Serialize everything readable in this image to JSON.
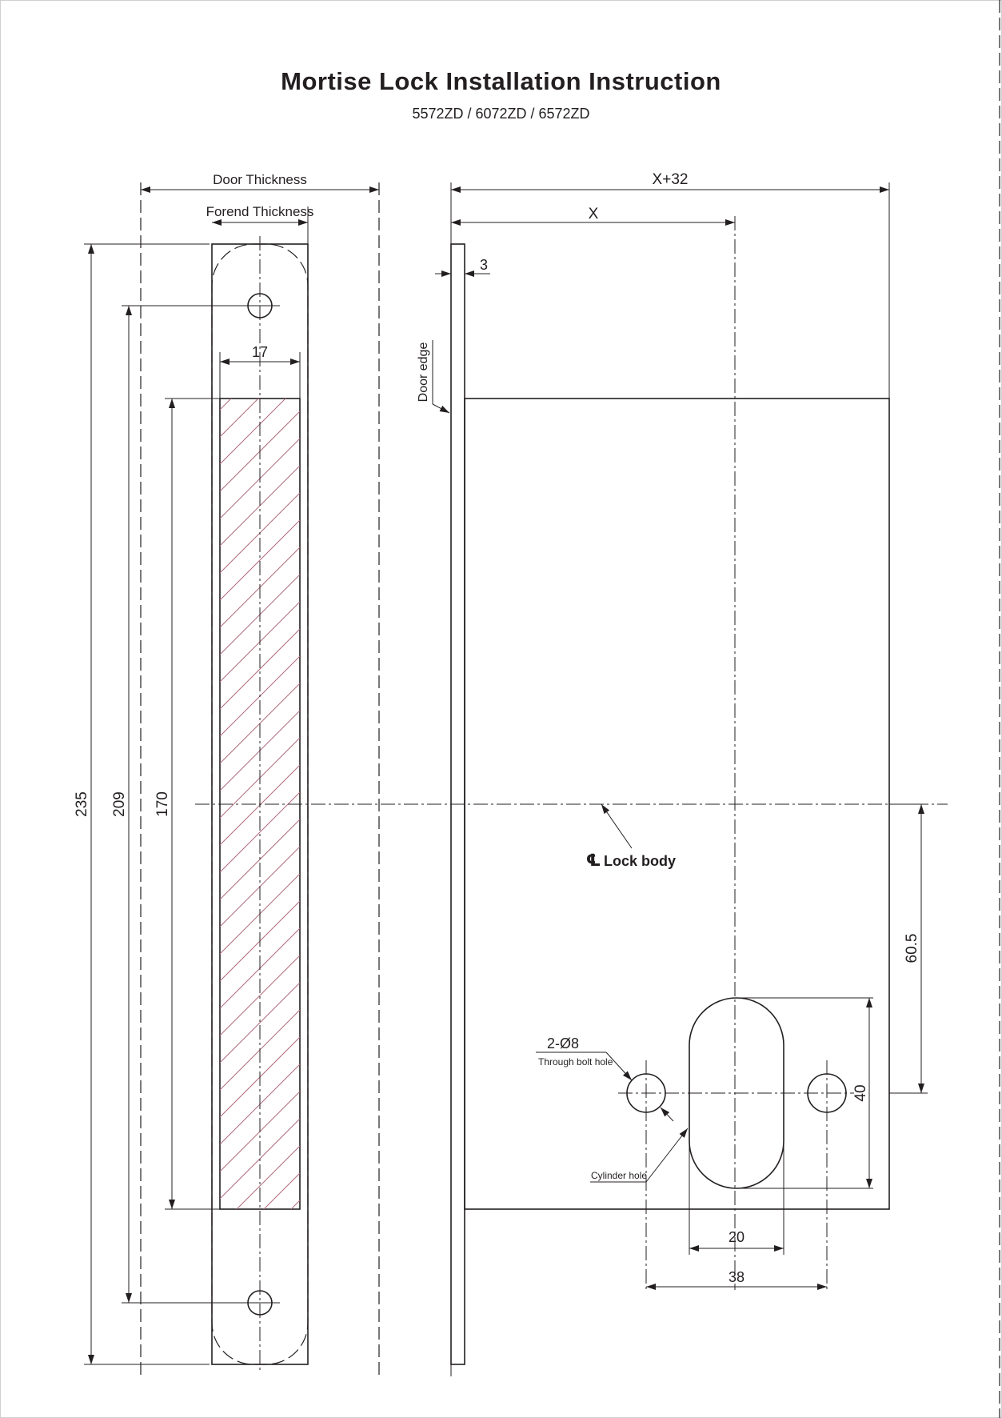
{
  "header": {
    "title": "Mortise Lock Installation Instruction",
    "models": "5572ZD / 6072ZD / 6572ZD"
  },
  "labels": {
    "door_thickness": "Door Thickness",
    "forend_thickness": "Forend Thickness",
    "dim_17": "17",
    "dim_235": "235",
    "dim_209": "209",
    "dim_170": "170",
    "dim_x32": "X+32",
    "dim_x": "X",
    "dim_3": "3",
    "door_edge": "Door edge",
    "cl_symbol": "℄",
    "lock_body": "Lock body",
    "dim_60_5": "60.5",
    "hole_spec": "2-Ø8",
    "through_bolt_hole": "Through bolt hole",
    "dim_40": "40",
    "cylinder_hole": "Cylinder hole",
    "dim_20": "20",
    "dim_38": "38"
  },
  "colors": {
    "line": "#231f20",
    "hatch": "#b06a7a"
  }
}
